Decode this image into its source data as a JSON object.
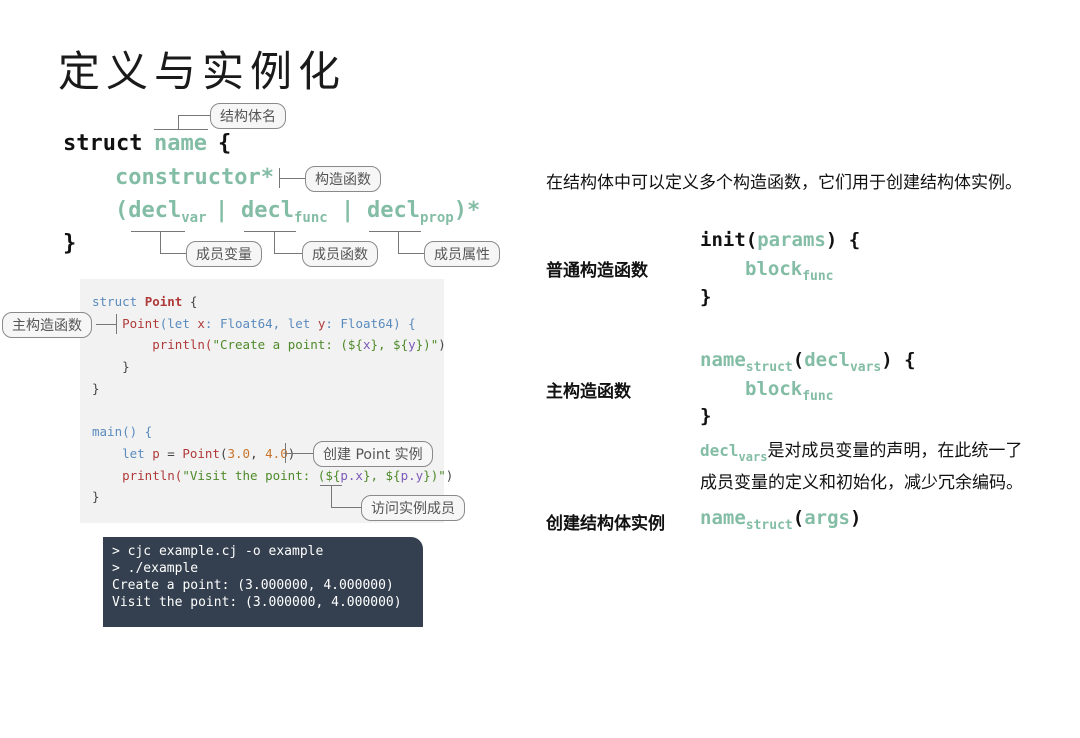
{
  "title": "定义与实例化",
  "syntax": {
    "struct_kw": "struct",
    "name": "name",
    "lbrace": "{",
    "constructor": "constructor*",
    "decl_open": "(decl",
    "sub_var": "var",
    "pipe": "|",
    "decl": "decl",
    "sub_func": "func",
    "sub_prop": "prop",
    "decl_close": ")*",
    "rbrace": "}"
  },
  "callouts": {
    "struct_name": "结构体名",
    "constructor": "构造函数",
    "member_var": "成员变量",
    "member_func": "成员函数",
    "member_prop": "成员属性",
    "primary_ctor": "主构造函数",
    "create_instance": "创建 Point 实例",
    "access_member": "访问实例成员"
  },
  "code": {
    "l1_kw": "struct ",
    "l1_name": "Point",
    "l1_end": " {",
    "l2_name": "Point",
    "l2_a": "(let ",
    "l2_x": "x",
    "l2_b": ": Float64, let ",
    "l2_y": "y",
    "l2_c": ": Float64) {",
    "l3_fn": "println(",
    "l3_s1": "\"Create a point: (${",
    "l3_x": "x",
    "l3_s2": "}, ${",
    "l3_y": "y",
    "l3_s3": "})\"",
    "l3_end": ")",
    "l4": "}",
    "l5": "}",
    "l6": "main() {",
    "l7_kw": "let ",
    "l7_p": "p",
    "l7_eq": " = ",
    "l7_point": "Point",
    "l7_a": "(",
    "l7_n1": "3.0",
    "l7_comma": ", ",
    "l7_n2": "4.0",
    "l7_b": ")",
    "l8_fn": "println(",
    "l8_s1": "\"Visit the point: (${",
    "l8_px": "p.x",
    "l8_s2": "}, ${",
    "l8_py": "p.y",
    "l8_s3": "})\"",
    "l8_end": ")",
    "l9": "}"
  },
  "terminal": [
    "> cjc example.cj -o example",
    "> ./example",
    "Create a point: (3.000000, 4.000000)",
    "Visit the point: (3.000000, 4.000000)"
  ],
  "right": {
    "intro": "在结构体中可以定义多个构造函数，它们用于创建结构体实例。",
    "normal_label": "普通构造函数",
    "init_kw": "init(",
    "params": "params",
    "init_end": ") {",
    "block": "block",
    "func_sub": "func",
    "close": "}",
    "primary_label": "主构造函数",
    "name": "name",
    "struct_sub": "struct",
    "paren_open": "(",
    "decl": "decl",
    "vars_sub": "vars",
    "primary_end": ") {",
    "note_suffix": "是对成员变量的声明，在此统一了",
    "note_line2": "成员变量的定义和初始化，减少冗余编码。",
    "create_label": "创建结构体实例",
    "args": "args",
    "paren_close": ")"
  }
}
